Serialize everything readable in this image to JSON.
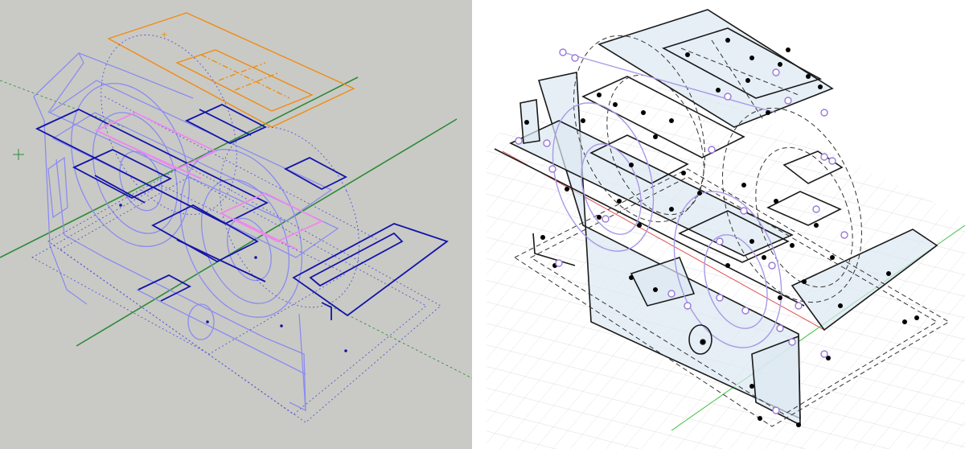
{
  "layout": "two-panel-comparison",
  "panels": [
    {
      "id": "left",
      "view": "cad-wireframe",
      "colors": {
        "background": "#c9cac5",
        "sketch_lines": "#8c8cf0",
        "selected_lines": "#1414a8",
        "reference_plane": "#f08c14",
        "highlight": "#ee88ee",
        "axis": "#2e8a3a"
      }
    },
    {
      "id": "right",
      "view": "sketch-solver-points",
      "colors": {
        "background": "#ffffff",
        "grid": "#d9d9d9",
        "lines": "#1a1a1a",
        "faces": "#dbe8f2",
        "constraint_points": "#000000",
        "free_points": "#9a7ad8",
        "curves": "#a89ae6",
        "axis_x": "#e05050",
        "axis_y": "#40c040"
      }
    }
  ]
}
